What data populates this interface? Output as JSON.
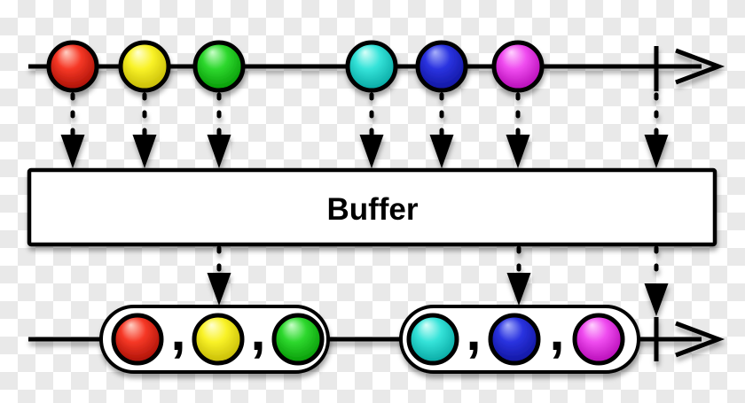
{
  "background": {
    "checker_light": "#ffffff",
    "checker_dark": "#e9e9e9"
  },
  "buffer": {
    "label": "Buffer",
    "fill": "#ffffff"
  },
  "output": {
    "separator": ",",
    "group_fill": "#ffffff"
  },
  "marbles": {
    "red": {
      "highlight": "#ffd0c4",
      "mid": "#f63826",
      "dark": "#9c0a00"
    },
    "yellow": {
      "highlight": "#ffffd2",
      "mid": "#f9f227",
      "dark": "#bdb100"
    },
    "green": {
      "highlight": "#c9ffc9",
      "mid": "#2ed82e",
      "dark": "#008f00"
    },
    "cyan": {
      "highlight": "#d8fff9",
      "mid": "#35e3d9",
      "dark": "#009e9a"
    },
    "blue": {
      "highlight": "#a8b0fa",
      "mid": "#2a33e0",
      "dark": "#0d1195"
    },
    "magenta": {
      "highlight": "#ffd2ff",
      "mid": "#ef4cef",
      "dark": "#ad00ad"
    }
  },
  "source_sequence": [
    "red",
    "yellow",
    "green",
    "cyan",
    "blue",
    "magenta"
  ],
  "output_groups": [
    [
      "red",
      "yellow",
      "green"
    ],
    [
      "cyan",
      "blue",
      "magenta"
    ]
  ]
}
